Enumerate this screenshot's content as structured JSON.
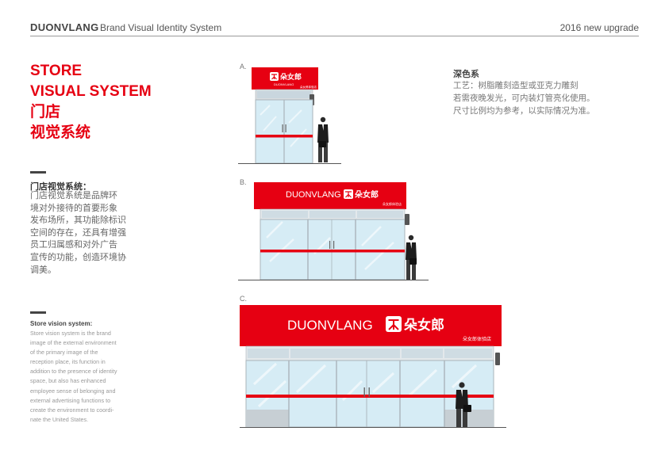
{
  "header": {
    "brand": "DUONVLANG",
    "subtitle": "Brand Visual Identity System",
    "right": "2016 new upgrade"
  },
  "title": {
    "line1": "STORE",
    "line2": "VISUAL SYSTEM",
    "line3": "门店",
    "line4": "视觉系统"
  },
  "intro_cn": {
    "heading": "门店视觉系统：",
    "lines": [
      "门店视觉系统是品牌环",
      "境对外接待的首要形象",
      "发布场所，其功能除标识",
      "空间的存在，还具有增强",
      "员工归属感和对外广告",
      "宣传的功能，创造环境协",
      "调美。"
    ]
  },
  "intro_en": {
    "heading": "Store vision system:",
    "lines": [
      "Store vision system is the brand",
      "image of the external environment",
      "of the primary image of the",
      "reception place, its function in",
      "addition to the presence of identity",
      "space, but also has enhanced",
      "employee sense of belonging and",
      "external advertising functions to",
      "create the environment to coordi-",
      "nate the United States."
    ]
  },
  "stores": {
    "a": {
      "label": "A.",
      "logo_cn": "朵女郎",
      "logo_en": "DUONVLANG",
      "sub": "朵女郎体验店"
    },
    "b": {
      "label": "B.",
      "logo_en": "DUONVLANG",
      "logo_cn": "朵女郎",
      "sub": "朵女郎体验店"
    },
    "c": {
      "label": "C.",
      "logo_en": "DUONVLANG",
      "logo_cn": "朵女郎",
      "sub": "朵女郎体验店"
    }
  },
  "note": {
    "heading": "深色系",
    "lines": [
      "工艺：树脂雕刻造型或亚克力雕刻",
      "若需夜晚发光，可内装灯管亮化使用。",
      "尺寸比例均为参考，以实际情况为准。"
    ]
  },
  "colors": {
    "accent": "#e60012",
    "glass": "#d6ecf5",
    "frame": "#aab4ba"
  }
}
